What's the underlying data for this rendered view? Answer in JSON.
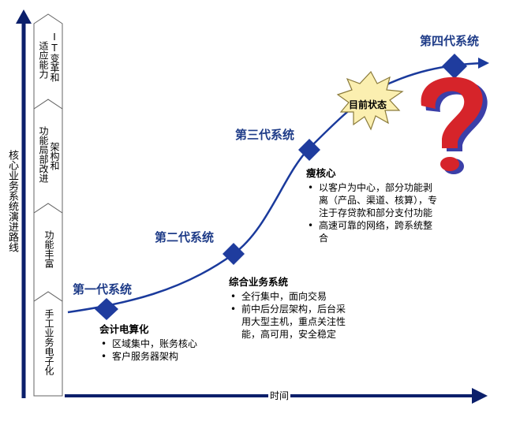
{
  "axes": {
    "y_label": "核心业务系统演进路线",
    "x_label": "时间"
  },
  "stages": [
    {
      "label": "手工业务电子化"
    },
    {
      "label": "功能丰富"
    },
    {
      "label": "功能局部改进",
      "label_b": "架构和"
    },
    {
      "label": "适应能力",
      "label_b": "IT变革和"
    }
  ],
  "generations": [
    {
      "name": "第一代系统",
      "desc_title": "会计电算化",
      "desc_items": [
        "区域集中，账务核心",
        "客户服务器架构"
      ]
    },
    {
      "name": "第二代系统",
      "desc_title": "综合业务系统",
      "desc_items": [
        "全行集中，面向交易",
        "前中后分层架构，后台采用大型主机，重点关注性能，高可用，安全稳定"
      ]
    },
    {
      "name": "第三代系统",
      "desc_title": "瘦核心",
      "desc_items": [
        "以客户为中心，部分功能剥离（产品、渠道、核算），专注于存贷款和部分支付功能",
        "高速可靠的网络，跨系统整合"
      ]
    },
    {
      "name": "第四代系统"
    }
  ],
  "current_state": "目前状态",
  "question_mark": "?",
  "colors": {
    "arrow": "#0b1f6b",
    "curve": "#1a3a9c",
    "diamond": "#1f3c9e",
    "star_fill": "#fbefb0",
    "star_stroke": "#8a7a3a",
    "qmark_red": "#d6242a",
    "qmark_blue": "#3b3fa8"
  }
}
